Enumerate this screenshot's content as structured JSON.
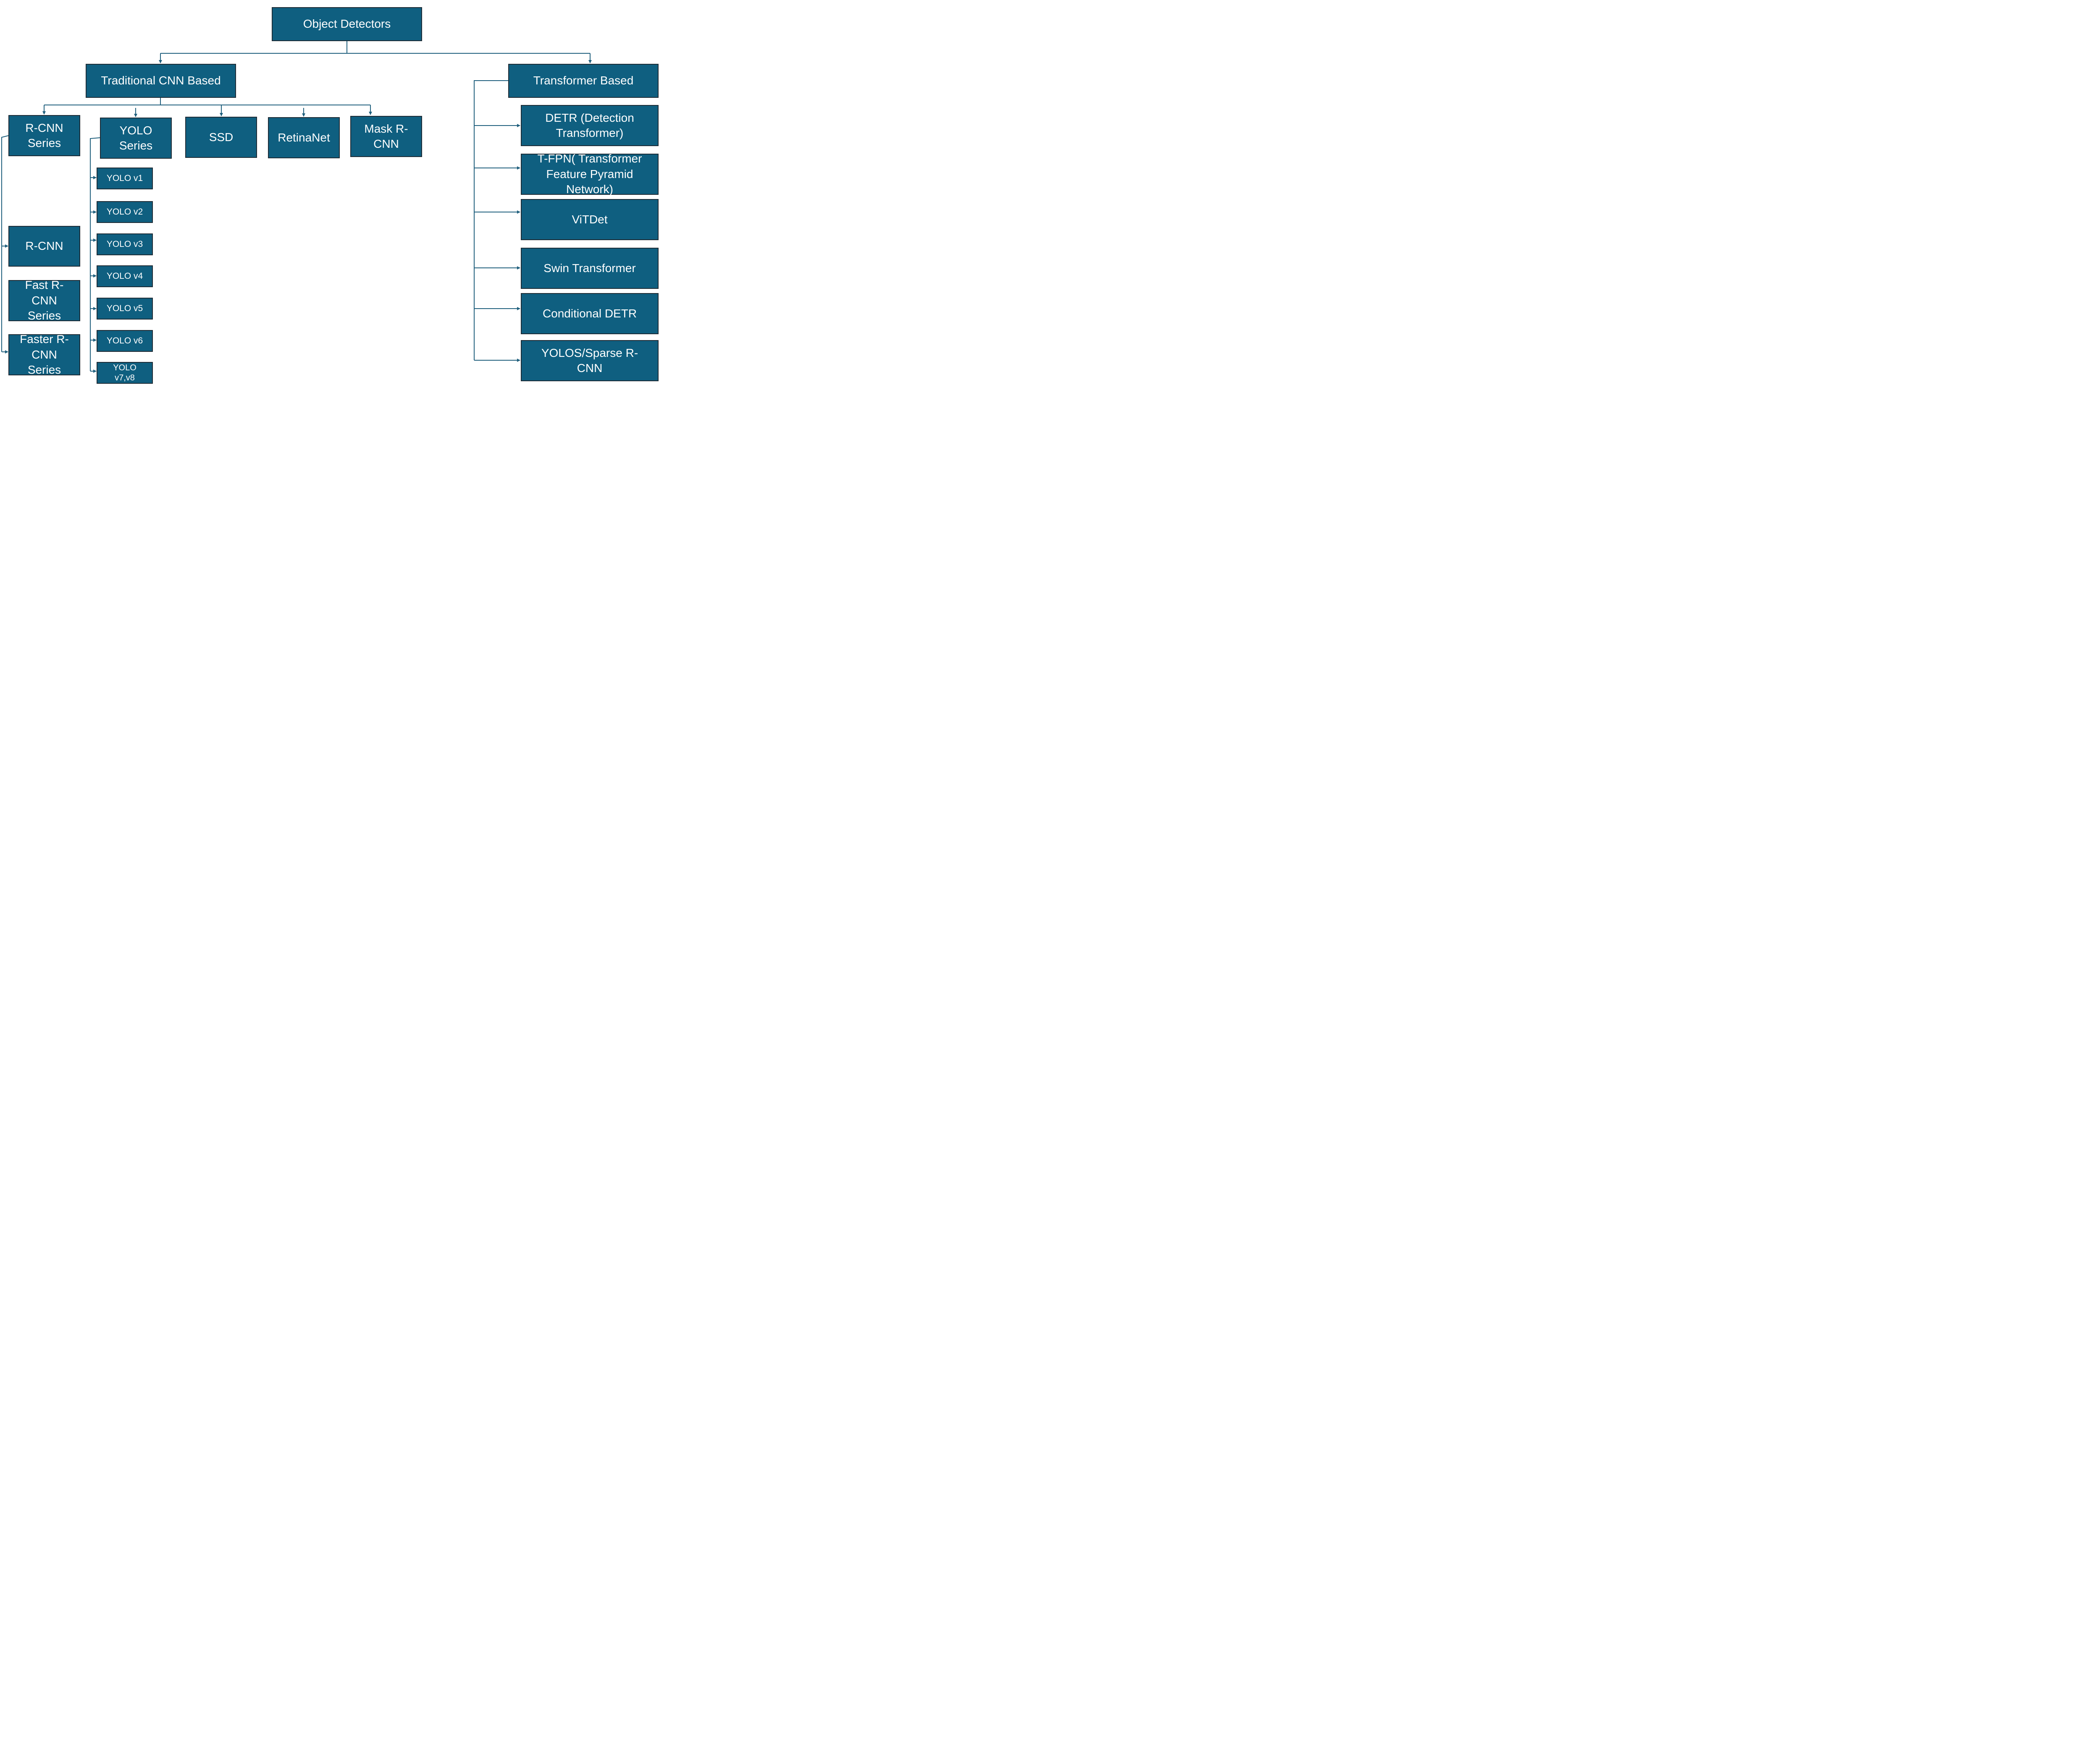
{
  "colors": {
    "box_fill": "#0f5f80",
    "box_border": "#1d2b35",
    "connector": "#1f5f7d",
    "text": "#ffffff"
  },
  "root": {
    "label": "Object Detectors"
  },
  "cnn": {
    "label": "Traditional CNN Based",
    "rcnn_series": {
      "label": "R-CNN Series",
      "children": [
        "R-CNN",
        "Fast R-CNN Series",
        "Faster R-CNN Series"
      ]
    },
    "yolo_series": {
      "label": "YOLO Series",
      "children": [
        "YOLO v1",
        "YOLO v2",
        "YOLO v3",
        "YOLO v4",
        "YOLO v5",
        "YOLO v6",
        "YOLO v7,v8"
      ]
    },
    "ssd": {
      "label": "SSD"
    },
    "retinanet": {
      "label": "RetinaNet"
    },
    "mask_rcnn": {
      "label": "Mask R-CNN"
    }
  },
  "transformer": {
    "label": "Transformer Based",
    "children": [
      "DETR (Detection Transformer)",
      "T-FPN( Transformer Feature Pyramid Network)",
      "ViTDet",
      "Swin Transformer",
      "Conditional DETR",
      "YOLOS/Sparse R-CNN"
    ]
  }
}
